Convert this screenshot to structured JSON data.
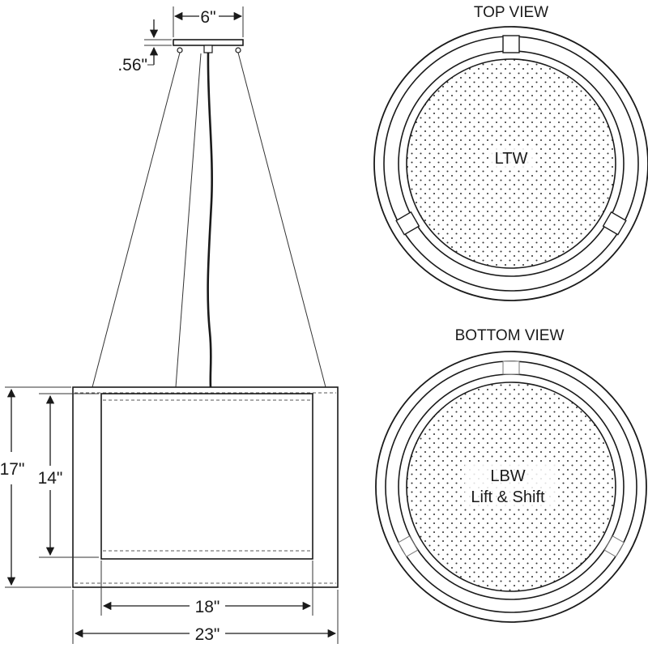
{
  "side_view": {
    "canopy_width": "6\"",
    "canopy_height": ".56\"",
    "shade_height": "17\"",
    "inner_height": "14\"",
    "inner_width": "18\"",
    "shade_width": "23\""
  },
  "top_view": {
    "title": "TOP VIEW",
    "diffuser_label": "LTW"
  },
  "bottom_view": {
    "title": "BOTTOM VIEW",
    "diffuser_label_line1": "LBW",
    "diffuser_label_line2": "Lift & Shift"
  },
  "colors": {
    "line": "#1a1a1a",
    "background": "#ffffff"
  }
}
